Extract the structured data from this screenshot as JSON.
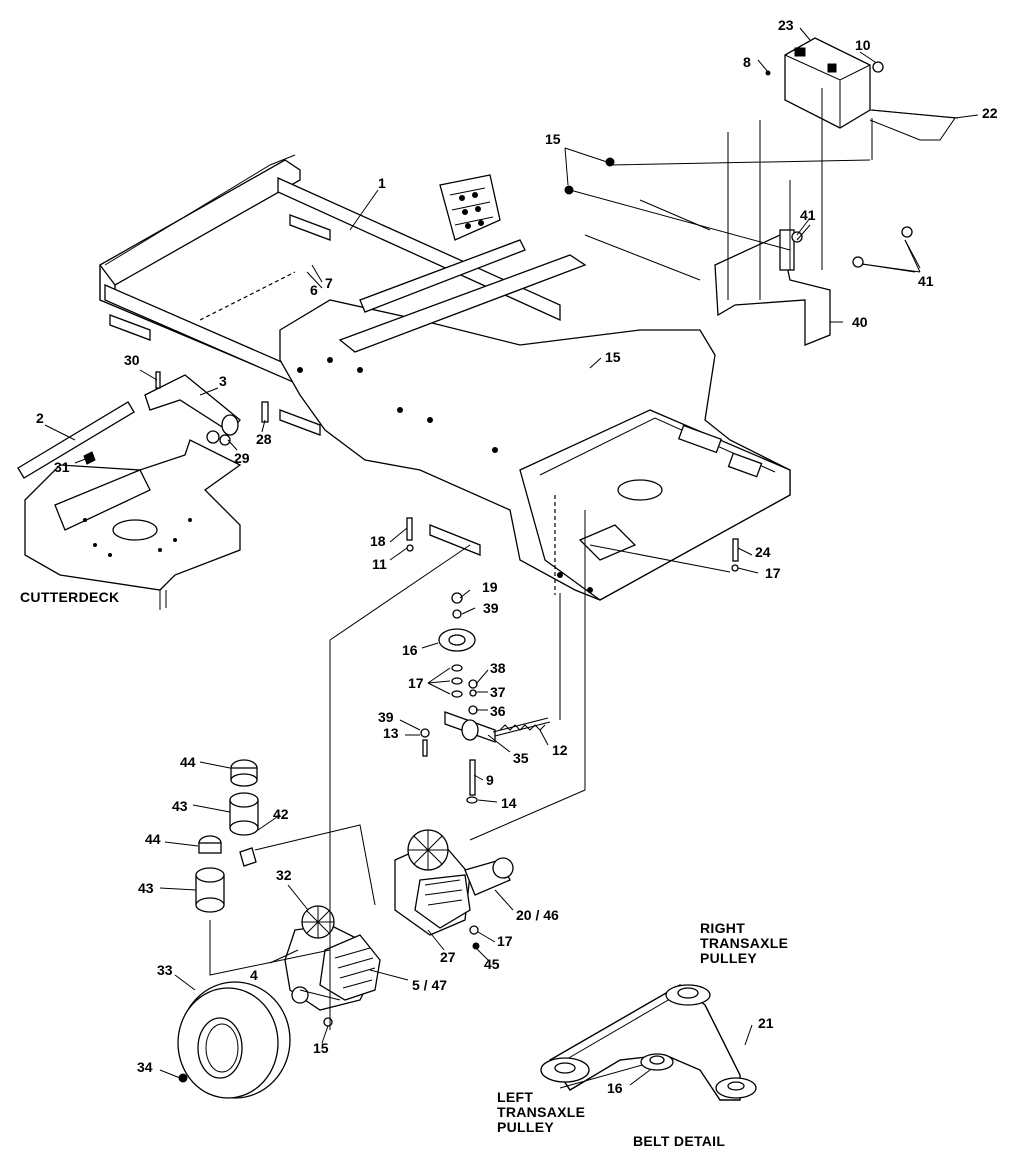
{
  "diagram": {
    "captions": {
      "cutterdeck": "CUTTERDECK",
      "belt_detail": "BELT DETAIL",
      "right_pulley": [
        "RIGHT",
        "TRANSAXLE",
        "PULLEY"
      ],
      "left_pulley": [
        "LEFT",
        "TRANSAXLE",
        "PULLEY"
      ]
    },
    "callouts": [
      {
        "id": "c1",
        "text": "1"
      },
      {
        "id": "c2",
        "text": "2"
      },
      {
        "id": "c3",
        "text": "3"
      },
      {
        "id": "c4",
        "text": "4"
      },
      {
        "id": "c5",
        "text": "5 / 47"
      },
      {
        "id": "c6",
        "text": "6"
      },
      {
        "id": "c7",
        "text": "7"
      },
      {
        "id": "c8",
        "text": "8"
      },
      {
        "id": "c9",
        "text": "9"
      },
      {
        "id": "c10",
        "text": "10"
      },
      {
        "id": "c11",
        "text": "11"
      },
      {
        "id": "c12",
        "text": "12"
      },
      {
        "id": "c13",
        "text": "13"
      },
      {
        "id": "c14",
        "text": "14"
      },
      {
        "id": "c15a",
        "text": "15"
      },
      {
        "id": "c15b",
        "text": "15"
      },
      {
        "id": "c15c",
        "text": "15"
      },
      {
        "id": "c16a",
        "text": "16"
      },
      {
        "id": "c16b",
        "text": "16"
      },
      {
        "id": "c17a",
        "text": "17"
      },
      {
        "id": "c17b",
        "text": "17"
      },
      {
        "id": "c17c",
        "text": "17"
      },
      {
        "id": "c18",
        "text": "18"
      },
      {
        "id": "c19",
        "text": "19"
      },
      {
        "id": "c20",
        "text": "20 / 46"
      },
      {
        "id": "c21",
        "text": "21"
      },
      {
        "id": "c22",
        "text": "22"
      },
      {
        "id": "c23",
        "text": "23"
      },
      {
        "id": "c24",
        "text": "24"
      },
      {
        "id": "c27",
        "text": "27"
      },
      {
        "id": "c28",
        "text": "28"
      },
      {
        "id": "c29",
        "text": "29"
      },
      {
        "id": "c30",
        "text": "30"
      },
      {
        "id": "c31",
        "text": "31"
      },
      {
        "id": "c32",
        "text": "32"
      },
      {
        "id": "c33",
        "text": "33"
      },
      {
        "id": "c34",
        "text": "34"
      },
      {
        "id": "c35",
        "text": "35"
      },
      {
        "id": "c36",
        "text": "36"
      },
      {
        "id": "c37",
        "text": "37"
      },
      {
        "id": "c38",
        "text": "38"
      },
      {
        "id": "c39a",
        "text": "39"
      },
      {
        "id": "c39b",
        "text": "39"
      },
      {
        "id": "c40",
        "text": "40"
      },
      {
        "id": "c41a",
        "text": "41"
      },
      {
        "id": "c41b",
        "text": "41"
      },
      {
        "id": "c42",
        "text": "42"
      },
      {
        "id": "c43a",
        "text": "43"
      },
      {
        "id": "c43b",
        "text": "43"
      },
      {
        "id": "c44a",
        "text": "44"
      },
      {
        "id": "c44b",
        "text": "44"
      },
      {
        "id": "c45",
        "text": "45"
      }
    ]
  }
}
